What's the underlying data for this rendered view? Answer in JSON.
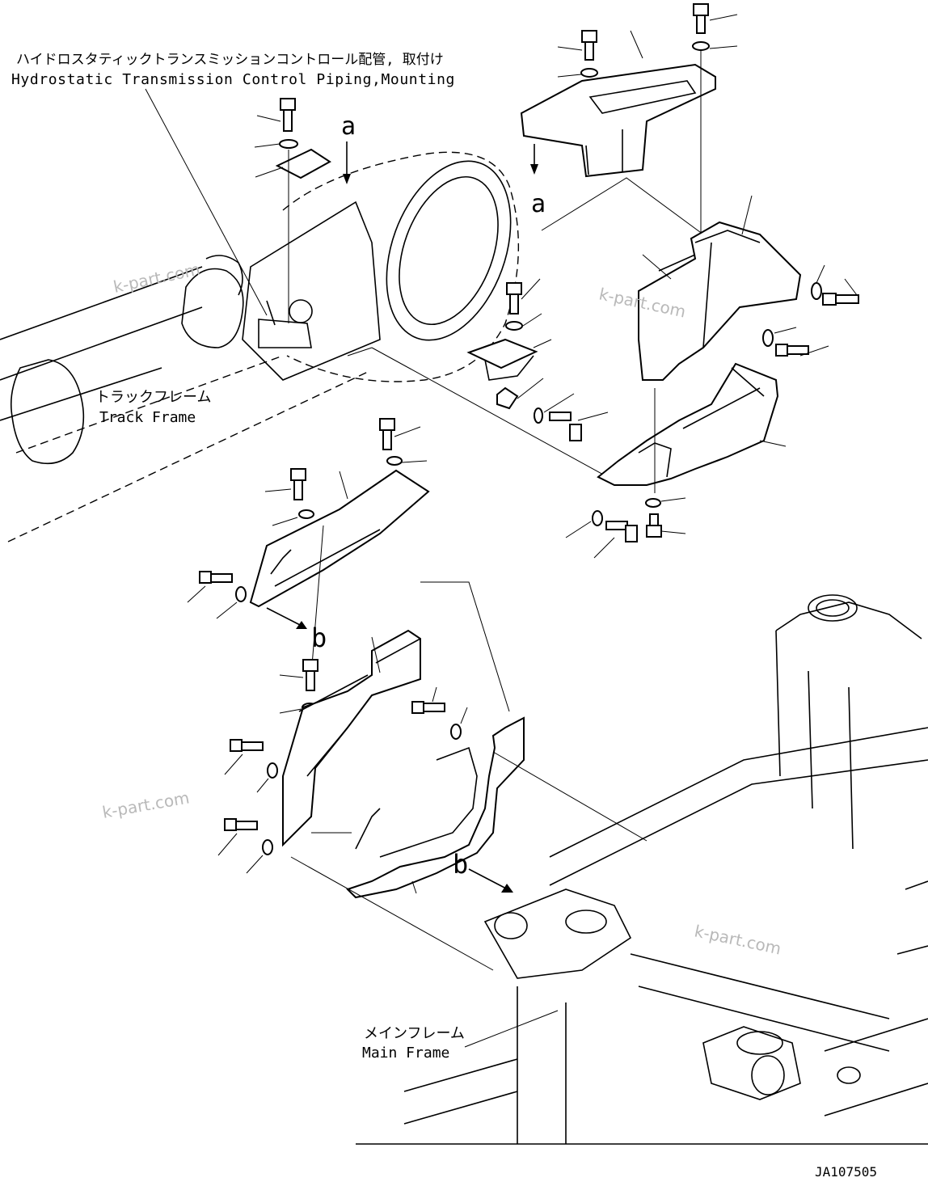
{
  "title": {
    "japanese": "ハイドロスタティックトランスミッションコントロール配管, 取付け",
    "english": "Hydrostatic Transmission Control Piping,Mounting"
  },
  "labels": {
    "track_frame_ja": "トラックフレーム",
    "track_frame_en": "Track Frame",
    "main_frame_ja": "メインフレーム",
    "main_frame_en": "Main Frame",
    "view_a": "a",
    "view_b": "b"
  },
  "watermark": "k-part.com",
  "drawing_number": "JA107505"
}
